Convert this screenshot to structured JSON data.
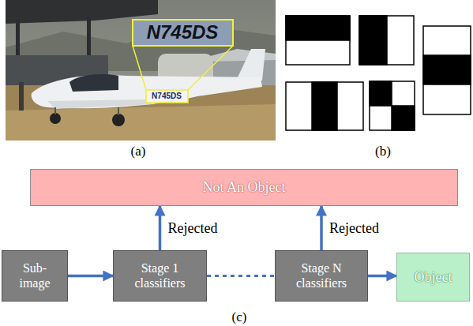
{
  "diagram": {
    "nodes": [
      {
        "text": [
          "Not An Object"
        ]
      },
      {
        "text": [
          "Sub-image"
        ]
      },
      {
        "text": [
          "Stage 1 classifiers"
        ]
      },
      {
        "text": [
          "Stage N classifiers"
        ]
      },
      {
        "text": [
          "Object"
        ]
      }
    ],
    "edges": [
      {
        "from": 1,
        "to": 2,
        "arrow": "to"
      },
      {
        "from": 2,
        "to": 3,
        "arrow": "none"
      },
      {
        "from": 3,
        "to": 4,
        "arrow": "to"
      },
      {
        "from": 2,
        "to": 0,
        "label": "Rejected",
        "arrow": "to"
      },
      {
        "from": 3,
        "to": 0,
        "label": "Rejected",
        "arrow": "to"
      }
    ],
    "labels": [
      "N745DS",
      "N745DS",
      "(a)",
      "(b)",
      "(c)"
    ]
  }
}
